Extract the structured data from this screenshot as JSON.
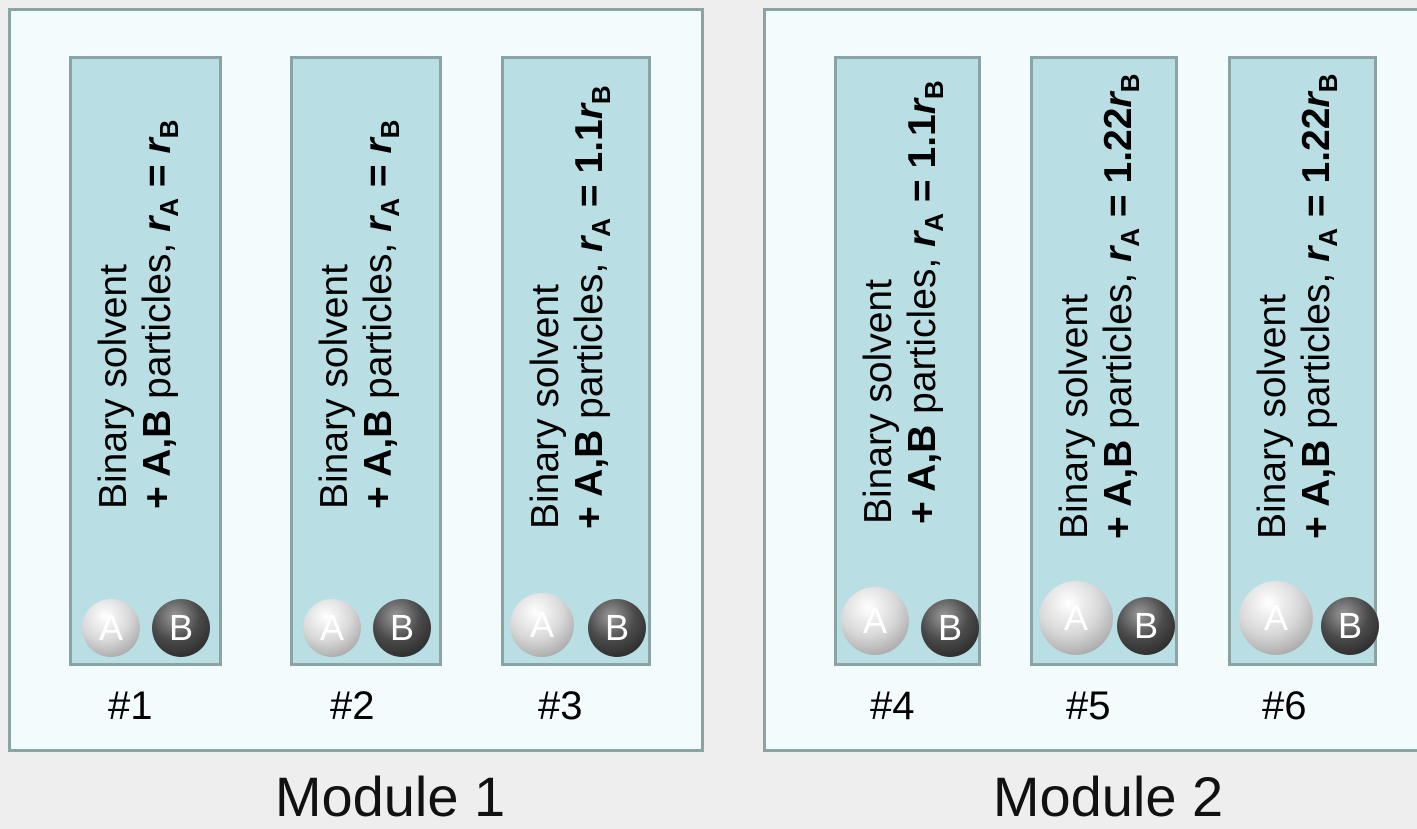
{
  "modules": [
    {
      "label": "Module 1"
    },
    {
      "label": "Module 2"
    }
  ],
  "tubes": [
    {
      "line1": "Binary solvent",
      "prefix": "+ ",
      "bold_ab": "A,B",
      "particles": " particles, ",
      "r": "r",
      "subA": "A",
      "eq": " = ",
      "coef": "",
      "subB": "B",
      "sphereA": "A",
      "sphereB": "B",
      "id": "#1"
    },
    {
      "line1": "Binary solvent",
      "prefix": "+ ",
      "bold_ab": "A,B",
      "particles": " particles, ",
      "r": "r",
      "subA": "A",
      "eq": " = ",
      "coef": "",
      "subB": "B",
      "sphereA": "A",
      "sphereB": "B",
      "id": "#2"
    },
    {
      "line1": "Binary solvent",
      "prefix": "+ ",
      "bold_ab": "A,B",
      "particles": " particles, ",
      "r": "r",
      "subA": "A",
      "eq": " = ",
      "coef": "1.1",
      "subB": "B",
      "sphereA": "A",
      "sphereB": "B",
      "id": "#3"
    },
    {
      "line1": "Binary solvent",
      "prefix": "+ ",
      "bold_ab": "A,B",
      "particles": " particles, ",
      "r": "r",
      "subA": "A",
      "eq": " = ",
      "coef": "1.1",
      "subB": "B",
      "sphereA": "A",
      "sphereB": "B",
      "id": "#4"
    },
    {
      "line1": "Binary solvent",
      "prefix": "+ ",
      "bold_ab": "A,B",
      "particles": " particles, ",
      "r": "r",
      "subA": "A",
      "eq": " = ",
      "coef": "1.22",
      "subB": "B",
      "sphereA": "A",
      "sphereB": "B",
      "id": "#5"
    },
    {
      "line1": "Binary solvent",
      "prefix": "+ ",
      "bold_ab": "A,B",
      "particles": " particles, ",
      "r": "r",
      "subA": "A",
      "eq": " = ",
      "coef": "1.22",
      "subB": "B",
      "sphereA": "A",
      "sphereB": "B",
      "id": "#6"
    }
  ]
}
